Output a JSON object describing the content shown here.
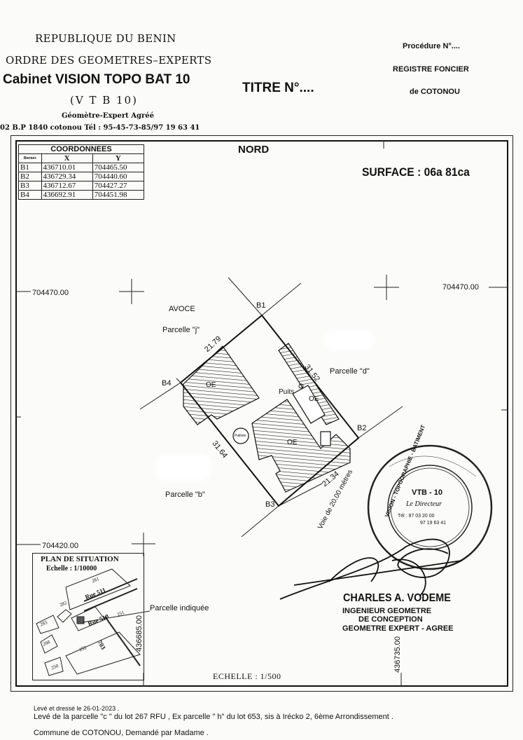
{
  "header": {
    "republic": "REPUBLIQUE DU BENIN",
    "order": "ORDRE DES GEOMETRES–EXPERTS",
    "cabinet": "Cabinet VISION TOPO BAT 10",
    "abbr": "(V T B 10)",
    "qualification": "Géomètre-Expert Agréé",
    "address": "02 B.P 1840 cotonou Tél : 95-45-73-85/97 19 63 41",
    "titre": "TITRE N°....",
    "procedure": "Procédure N°....",
    "registre": "REGISTRE FONCIER",
    "registre_city": "de COTONOU"
  },
  "coordinates": {
    "caption": "COORDONNEES",
    "col_bornes": "Bornes",
    "col_x": "X",
    "col_y": "Y",
    "rows": [
      {
        "borne": "B1",
        "x": "436710.01",
        "y": "704465.50"
      },
      {
        "borne": "B2",
        "x": "436729.34",
        "y": "704440.60"
      },
      {
        "borne": "B3",
        "x": "436712.67",
        "y": "704427.27"
      },
      {
        "borne": "B4",
        "x": "436692.91",
        "y": "704451.98"
      }
    ]
  },
  "plan": {
    "nord": "NORD",
    "surface": "SURFACE : 06a 81ca",
    "grid_y_top": "704470.00",
    "grid_y_bottom": "704420.00",
    "grid_x_left": "436685.00",
    "grid_x_right": "436735.00",
    "bornes": {
      "b1": "B1",
      "b2": "B2",
      "b3": "B3",
      "b4": "B4"
    },
    "distances": {
      "b4_b1": "21.79",
      "b1_b2": "31.52",
      "b2_b3": "21.34",
      "b3_b4": "31.64"
    },
    "avoce": "AVOCE",
    "parcelle_j": "Parcelle \"j\"",
    "parcelle_d": "Parcelle \"d\"",
    "parcelle_b": "Parcelle \"b\"",
    "oe": "OE",
    "puits": "Puits",
    "paillote": "Paillote",
    "voie": "Voie de 20.00 mètres",
    "echelle": "ECHELLE  :  1/500",
    "parcelle_indiquee": "Parcelle indiquée"
  },
  "situation": {
    "title": "PLAN DE SITUATION",
    "scale": "Echelle  :  1/10000",
    "street1": "Rue 511",
    "street2": "Rue 510",
    "lots": [
      "281",
      "282",
      "283",
      "268",
      "252",
      "703",
      "251",
      "250"
    ]
  },
  "stamp": {
    "ring_text": "VISION - TOPOGRAPHIE - BATIMENT",
    "center": "VTB - 10",
    "role": "Le Directeur",
    "phone1": "Tél : 97 03 20 00",
    "phone2": "97 19 63 41"
  },
  "signatory": {
    "name": "CHARLES A. VODEME",
    "role1": "INGENIEUR GEOMETRE",
    "role2": "DE CONCEPTION",
    "role3": "GEOMETRE EXPERT - AGREE"
  },
  "footer": {
    "date": "Levé et dressé le 26-01-2023 .",
    "line1": "Levé de la parcelle \"c \" du lot 267 RFU , Ex parcelle \" h\" du lot 653, sis à Irécko 2,  6ème Arrondissement .",
    "line2": "Commune de  COTONOU, Demandé par Madame ."
  }
}
